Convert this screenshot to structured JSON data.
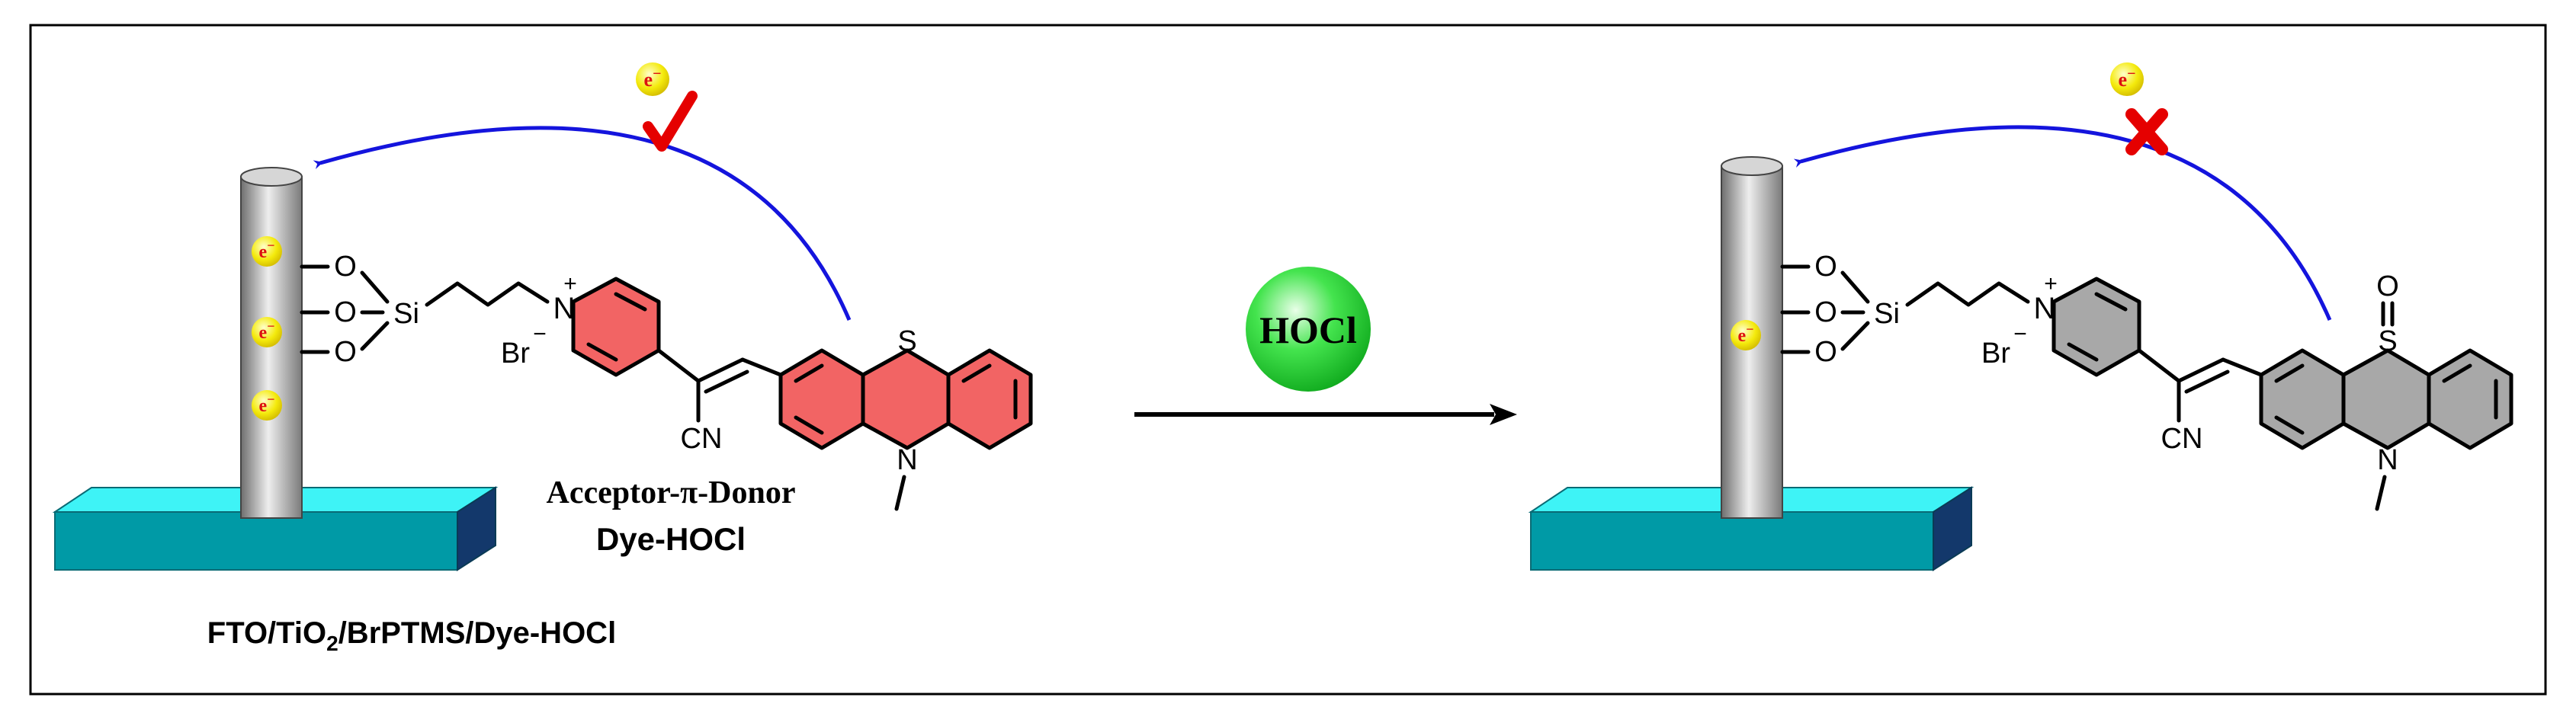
{
  "colors": {
    "substrate_top": "#3ef3f6",
    "substrate_front": "#009aa6",
    "substrate_side": "#13386b",
    "arrow_blue": "#1414dd",
    "check_red": "#e50000",
    "ring_active": "#f26464",
    "ring_inactive": "#a8a8a8",
    "reagent_green": "#22d838",
    "electron_yellow": "#f4ea0c",
    "electron_text": "#dd1111"
  },
  "icons": {
    "success": "check-mark-icon",
    "blocked": "cross-mark-icon",
    "electron": "electron-icon"
  },
  "left_panel": {
    "charge": "+",
    "counter_ion": "Br",
    "minus": "−",
    "cn_label": "CN",
    "sulfur": "S",
    "nitrogen": "N",
    "silicon": "Si",
    "oxygen": "O",
    "type_label": "Acceptor-π-Donor",
    "dye_label": "Dye-HOCl",
    "electrode_label_prefix": "FTO/TiO",
    "electrode_label_sub": "2",
    "electrode_label_suffix": "/BrPTMS/Dye-HOCl",
    "transfer_status": "success"
  },
  "reaction": {
    "reagent": "HOCl"
  },
  "right_panel": {
    "charge": "+",
    "counter_ion": "Br",
    "minus": "−",
    "cn_label": "CN",
    "sulfur": "S",
    "sulfoxide_o": "O",
    "nitrogen": "N",
    "silicon": "Si",
    "oxygen": "O",
    "transfer_status": "blocked"
  },
  "electron_symbol": "e",
  "electron_charge": "−"
}
